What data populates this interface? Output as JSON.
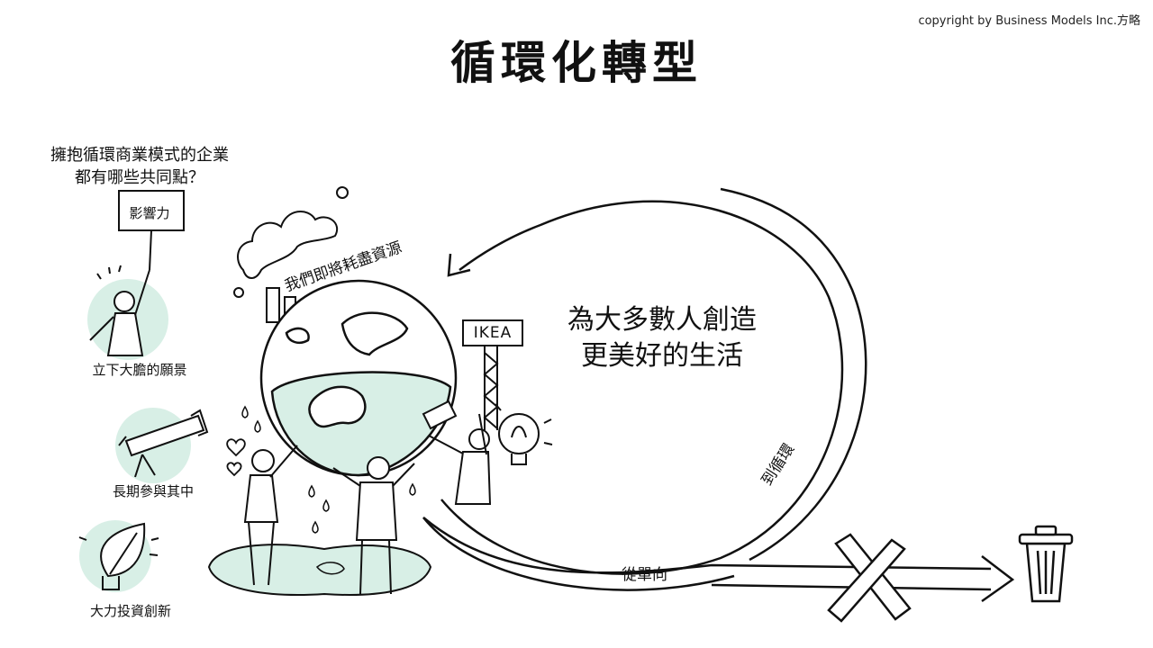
{
  "copyright": "copyright by Business Models Inc.方略",
  "title": "循環化轉型",
  "question": {
    "line1": "擁抱循環商業模式的企業",
    "line2": "都有哪些共同點？"
  },
  "sign_label": "影響力",
  "captions": {
    "vision": "立下大膽的願景",
    "engage": "長期參與其中",
    "invest": "大力投資創新"
  },
  "globe_caption": "我們即將耗盡資源",
  "ikea_sign": "IKEA",
  "center_message": {
    "line1": "為大多數人創造",
    "line2": "更美好的生活"
  },
  "arrows": {
    "linear_label": "從單向",
    "circular_label": "到循環"
  },
  "colors": {
    "accent": "#d8efe6",
    "ink": "#111111"
  }
}
